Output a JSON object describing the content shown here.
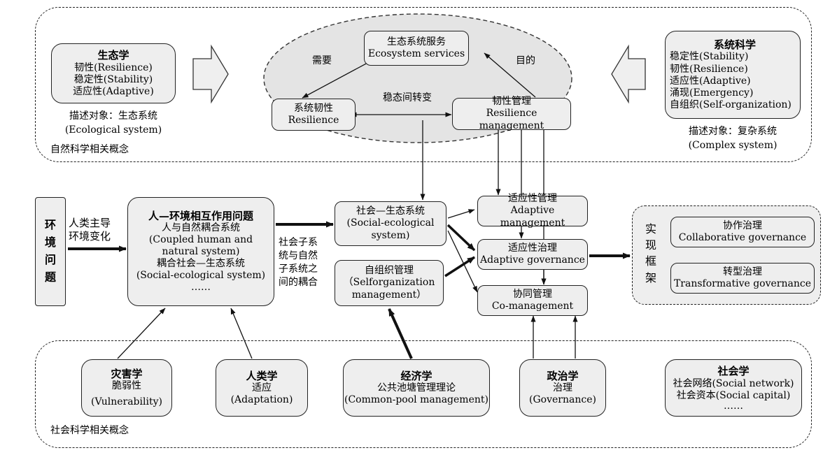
{
  "natural": {
    "label": "自然科学相关概念",
    "ecology": {
      "title": "生态学",
      "items": [
        "韧性(Resilience)",
        "稳定性(Stability)",
        "适应性(Adaptive)"
      ],
      "object_cn": "描述对象：生态系统",
      "object_en": "(Ecological system)"
    },
    "systems": {
      "title": "系统科学",
      "items": [
        "稳定性(Stability)",
        "韧性(Resilience)",
        "适应性(Adaptive)",
        "涌现(Emergency)",
        "自组织(Self-organization)"
      ],
      "object_cn": "描述对象：复杂系统",
      "object_en": "(Complex system)"
    },
    "services": {
      "cn": "生态系统服务",
      "en": "Ecosystem services"
    },
    "resilience": {
      "cn": "系统韧性",
      "en": "Resilience"
    },
    "res_mgmt": {
      "cn": "韧性管理",
      "en": "Resilience management"
    },
    "need": "需要",
    "purpose": "目的",
    "transition": "稳态间转变"
  },
  "problem": {
    "chars": [
      "环",
      "境",
      "问",
      "题"
    ],
    "human_change": [
      "人类主导",
      "环境变化"
    ]
  },
  "hei": {
    "title": "人—环境相互作用问题",
    "lines": [
      "人与自然耦合系统",
      "(Coupled human and",
      "natural system)",
      "耦合社会—生态系统",
      "(Social-ecological system)",
      "……"
    ]
  },
  "coupling": [
    "社会子系",
    "统与自然",
    "子系统之",
    "间的耦合"
  ],
  "ses": {
    "cn": "社会—生态系统",
    "en1": "(Social-ecological",
    "en2": "system)"
  },
  "selforg": {
    "cn": "自组织管理",
    "en1": "（Selforganization",
    "en2": "management）"
  },
  "adaptive_mgmt": {
    "cn": "适应性管理",
    "en": "Adaptive management"
  },
  "adaptive_gov": {
    "cn": "适应性治理",
    "en": "Adaptive governance"
  },
  "co_mgmt": {
    "cn": "协同管理",
    "en": "Co-management"
  },
  "framework": {
    "chars": [
      "实",
      "现",
      "框",
      "架"
    ],
    "collab": {
      "cn": "协作治理",
      "en": "Collaborative governance"
    },
    "transform": {
      "cn": "转型治理",
      "en": "Transformative governance"
    }
  },
  "social": {
    "label": "社会科学相关概念",
    "disaster": {
      "title": "灾害学",
      "cn": "脆弱性",
      "en": "(Vulnerability)"
    },
    "anthro": {
      "title": "人类学",
      "cn": "适应",
      "en": "(Adaptation)"
    },
    "econ": {
      "title": "经济学",
      "cn": "公共池塘管理理论",
      "en": "(Common-pool management)"
    },
    "politics": {
      "title": "政治学",
      "cn": "治理",
      "en": "(Governance)"
    },
    "sociology": {
      "title": "社会学",
      "items": [
        "社会网络(Social network)",
        "社会资本(Social capital)"
      ],
      "more": "……"
    }
  }
}
